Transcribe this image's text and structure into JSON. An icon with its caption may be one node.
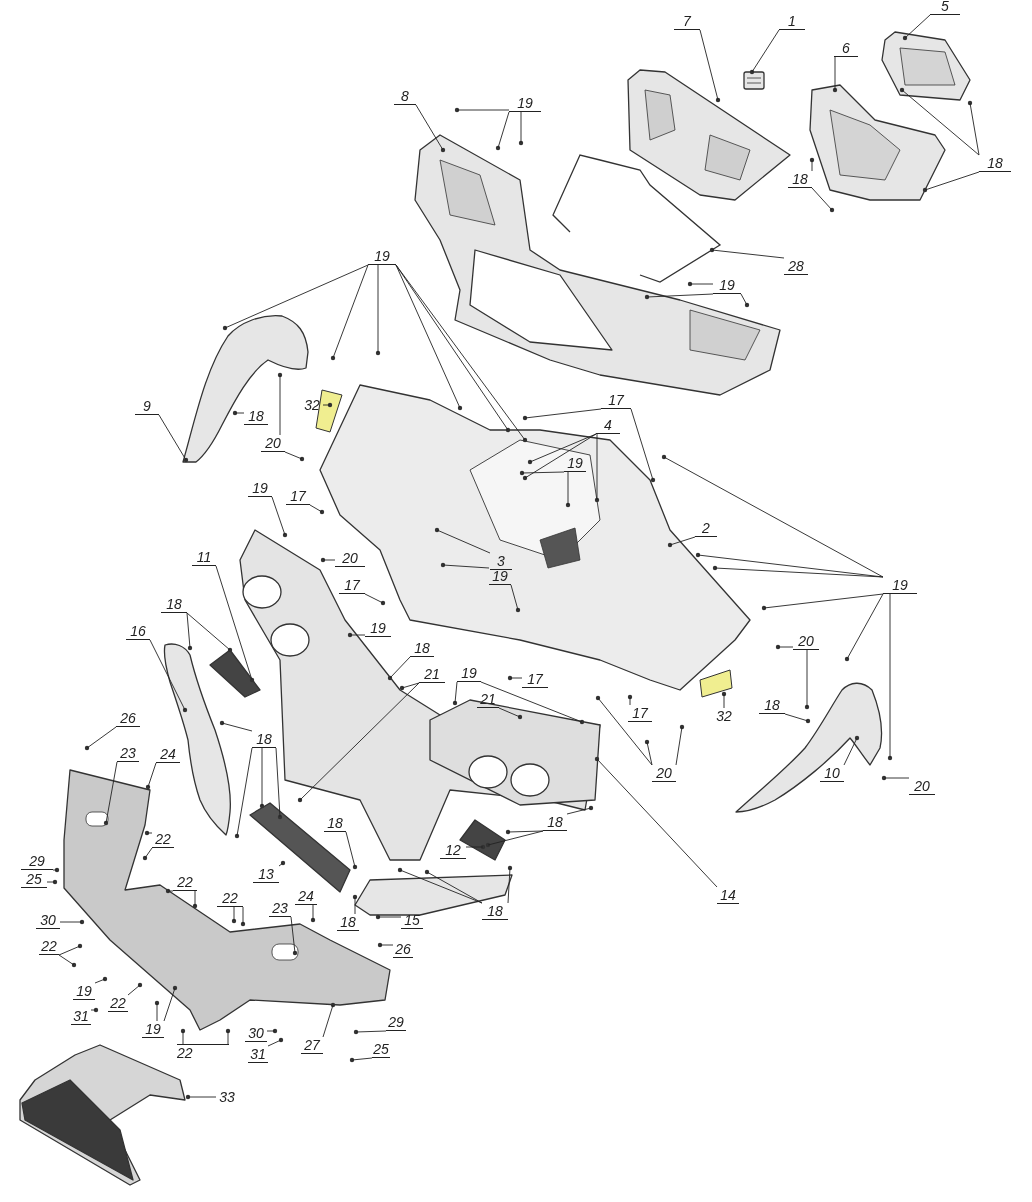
{
  "diagram": {
    "nodes": [
      {
        "text": [
          "5"
        ]
      },
      {
        "text": [
          "1"
        ]
      },
      {
        "text": [
          "7"
        ]
      },
      {
        "text": [
          "6"
        ]
      },
      {
        "text": [
          "8"
        ]
      },
      {
        "text": [
          "19"
        ]
      },
      {
        "text": [
          "18"
        ]
      },
      {
        "text": [
          "18"
        ]
      },
      {
        "text": [
          "28"
        ]
      },
      {
        "text": [
          "19"
        ]
      },
      {
        "text": [
          "19"
        ]
      },
      {
        "text": [
          "32"
        ]
      },
      {
        "text": [
          "9"
        ]
      },
      {
        "text": [
          "18"
        ]
      },
      {
        "text": [
          "17"
        ]
      },
      {
        "text": [
          "4"
        ]
      },
      {
        "text": [
          "20"
        ]
      },
      {
        "text": [
          "19"
        ]
      },
      {
        "text": [
          "2"
        ]
      },
      {
        "text": [
          "19"
        ]
      },
      {
        "text": [
          "17"
        ]
      },
      {
        "text": [
          "11"
        ]
      },
      {
        "text": [
          "20"
        ]
      },
      {
        "text": [
          "3"
        ]
      },
      {
        "text": [
          "19"
        ]
      },
      {
        "text": [
          "17"
        ]
      },
      {
        "text": [
          "19"
        ]
      },
      {
        "text": [
          "18"
        ]
      },
      {
        "text": [
          "16"
        ]
      },
      {
        "text": [
          "18"
        ]
      },
      {
        "text": [
          "21"
        ]
      },
      {
        "text": [
          "19"
        ]
      },
      {
        "text": [
          "17"
        ]
      },
      {
        "text": [
          "21"
        ]
      },
      {
        "text": [
          "18"
        ]
      },
      {
        "text": [
          "32"
        ]
      },
      {
        "text": [
          "20"
        ]
      },
      {
        "text": [
          "17"
        ]
      },
      {
        "text": [
          "19"
        ]
      },
      {
        "text": [
          "18"
        ]
      },
      {
        "text": [
          "20"
        ]
      },
      {
        "text": [
          "10"
        ]
      },
      {
        "text": [
          "20"
        ]
      },
      {
        "text": [
          "26"
        ]
      },
      {
        "text": [
          "23"
        ]
      },
      {
        "text": [
          "24"
        ]
      },
      {
        "text": [
          "14"
        ]
      },
      {
        "text": [
          "18"
        ]
      },
      {
        "text": [
          "12"
        ]
      },
      {
        "text": [
          "18"
        ]
      },
      {
        "text": [
          "13"
        ]
      },
      {
        "text": [
          "18"
        ]
      },
      {
        "text": [
          "15"
        ]
      },
      {
        "text": [
          "18"
        ]
      },
      {
        "text": [
          "24"
        ]
      },
      {
        "text": [
          "22"
        ]
      },
      {
        "text": [
          "22"
        ]
      },
      {
        "text": [
          "22"
        ]
      },
      {
        "text": [
          "29"
        ]
      },
      {
        "text": [
          "25"
        ]
      },
      {
        "text": [
          "30"
        ]
      },
      {
        "text": [
          "22"
        ]
      },
      {
        "text": [
          "19"
        ]
      },
      {
        "text": [
          "22"
        ]
      },
      {
        "text": [
          "31"
        ]
      },
      {
        "text": [
          "19"
        ]
      },
      {
        "text": [
          "22"
        ]
      },
      {
        "text": [
          "30"
        ]
      },
      {
        "text": [
          "31"
        ]
      },
      {
        "text": [
          "27"
        ]
      },
      {
        "text": [
          "26"
        ]
      },
      {
        "text": [
          "23"
        ]
      },
      {
        "text": [
          "29"
        ]
      },
      {
        "text": [
          "25"
        ]
      },
      {
        "text": [
          "33"
        ]
      }
    ],
    "edges": [
      {
        "from": 0,
        "to": null,
        "arrow": "none"
      },
      {
        "from": 1,
        "to": null,
        "arrow": "none"
      },
      {
        "from": 2,
        "to": null,
        "arrow": "none"
      },
      {
        "from": 3,
        "to": null,
        "arrow": "none"
      },
      {
        "from": 4,
        "to": null,
        "arrow": "none"
      },
      {
        "from": 5,
        "to": null,
        "arrow": "none"
      },
      {
        "from": 5,
        "to": null,
        "arrow": "none"
      },
      {
        "from": 5,
        "to": null,
        "arrow": "none"
      },
      {
        "from": 6,
        "to": null,
        "arrow": "none"
      },
      {
        "from": 6,
        "to": null,
        "arrow": "none"
      },
      {
        "from": 6,
        "to": null,
        "arrow": "none"
      },
      {
        "from": 7,
        "to": null,
        "arrow": "none"
      },
      {
        "from": 7,
        "to": null,
        "arrow": "none"
      },
      {
        "from": 8,
        "to": null,
        "arrow": "none"
      },
      {
        "from": 9,
        "to": null,
        "arrow": "none"
      },
      {
        "from": 9,
        "to": null,
        "arrow": "none"
      },
      {
        "from": 9,
        "to": null,
        "arrow": "none"
      },
      {
        "from": 10,
        "to": null,
        "arrow": "none"
      },
      {
        "from": 10,
        "to": null,
        "arrow": "none"
      },
      {
        "from": 10,
        "to": null,
        "arrow": "none"
      },
      {
        "from": 10,
        "to": null,
        "arrow": "none"
      },
      {
        "from": 10,
        "to": null,
        "arrow": "none"
      },
      {
        "from": 10,
        "to": null,
        "arrow": "none"
      },
      {
        "from": 11,
        "to": null,
        "arrow": "none"
      },
      {
        "from": 12,
        "to": null,
        "arrow": "none"
      },
      {
        "from": 13,
        "to": null,
        "arrow": "none"
      },
      {
        "from": 14,
        "to": null,
        "arrow": "none"
      },
      {
        "from": 14,
        "to": null,
        "arrow": "none"
      },
      {
        "from": 15,
        "to": null,
        "arrow": "none"
      },
      {
        "from": 15,
        "to": null,
        "arrow": "none"
      },
      {
        "from": 15,
        "to": null,
        "arrow": "none"
      },
      {
        "from": 16,
        "to": null,
        "arrow": "none"
      },
      {
        "from": 16,
        "to": null,
        "arrow": "none"
      },
      {
        "from": 17,
        "to": null,
        "arrow": "none"
      },
      {
        "from": 17,
        "to": null,
        "arrow": "none"
      },
      {
        "from": 18,
        "to": null,
        "arrow": "none"
      },
      {
        "from": 19,
        "to": null,
        "arrow": "none"
      },
      {
        "from": 20,
        "to": null,
        "arrow": "none"
      },
      {
        "from": 21,
        "to": null,
        "arrow": "none"
      },
      {
        "from": 22,
        "to": null,
        "arrow": "none"
      },
      {
        "from": 23,
        "to": null,
        "arrow": "none"
      },
      {
        "from": 24,
        "to": null,
        "arrow": "none"
      },
      {
        "from": 24,
        "to": null,
        "arrow": "none"
      },
      {
        "from": 25,
        "to": null,
        "arrow": "none"
      },
      {
        "from": 26,
        "to": null,
        "arrow": "none"
      },
      {
        "from": 27,
        "to": null,
        "arrow": "none"
      },
      {
        "from": 27,
        "to": null,
        "arrow": "none"
      },
      {
        "from": 28,
        "to": null,
        "arrow": "none"
      },
      {
        "from": 29,
        "to": null,
        "arrow": "none"
      },
      {
        "from": 30,
        "to": null,
        "arrow": "none"
      },
      {
        "from": 30,
        "to": null,
        "arrow": "none"
      },
      {
        "from": 31,
        "to": null,
        "arrow": "none"
      },
      {
        "from": 31,
        "to": null,
        "arrow": "none"
      },
      {
        "from": 32,
        "to": null,
        "arrow": "none"
      },
      {
        "from": 33,
        "to": null,
        "arrow": "none"
      },
      {
        "from": 34,
        "to": null,
        "arrow": "none"
      },
      {
        "from": 34,
        "to": null,
        "arrow": "none"
      },
      {
        "from": 34,
        "to": null,
        "arrow": "none"
      },
      {
        "from": 34,
        "to": null,
        "arrow": "none"
      },
      {
        "from": 35,
        "to": null,
        "arrow": "none"
      },
      {
        "from": 36,
        "to": null,
        "arrow": "none"
      },
      {
        "from": 36,
        "to": null,
        "arrow": "none"
      },
      {
        "from": 37,
        "to": null,
        "arrow": "none"
      },
      {
        "from": 38,
        "to": null,
        "arrow": "none"
      },
      {
        "from": 38,
        "to": null,
        "arrow": "none"
      },
      {
        "from": 38,
        "to": null,
        "arrow": "none"
      },
      {
        "from": 38,
        "to": null,
        "arrow": "none"
      },
      {
        "from": 38,
        "to": null,
        "arrow": "none"
      },
      {
        "from": 38,
        "to": null,
        "arrow": "none"
      },
      {
        "from": 39,
        "to": null,
        "arrow": "none"
      },
      {
        "from": 40,
        "to": null,
        "arrow": "none"
      },
      {
        "from": 40,
        "to": null,
        "arrow": "none"
      },
      {
        "from": 40,
        "to": null,
        "arrow": "none"
      },
      {
        "from": 41,
        "to": null,
        "arrow": "none"
      },
      {
        "from": 42,
        "to": null,
        "arrow": "none"
      },
      {
        "from": 43,
        "to": null,
        "arrow": "none"
      },
      {
        "from": 44,
        "to": null,
        "arrow": "none"
      },
      {
        "from": 45,
        "to": null,
        "arrow": "none"
      },
      {
        "from": 46,
        "to": null,
        "arrow": "none"
      },
      {
        "from": 47,
        "to": null,
        "arrow": "none"
      },
      {
        "from": 48,
        "to": null,
        "arrow": "none"
      },
      {
        "from": 49,
        "to": null,
        "arrow": "none"
      },
      {
        "from": 49,
        "to": null,
        "arrow": "none"
      },
      {
        "from": 49,
        "to": null,
        "arrow": "none"
      },
      {
        "from": 50,
        "to": null,
        "arrow": "none"
      },
      {
        "from": 51,
        "to": null,
        "arrow": "none"
      },
      {
        "from": 52,
        "to": null,
        "arrow": "none"
      },
      {
        "from": 53,
        "to": null,
        "arrow": "none"
      },
      {
        "from": 53,
        "to": null,
        "arrow": "none"
      },
      {
        "from": 53,
        "to": null,
        "arrow": "none"
      },
      {
        "from": 54,
        "to": null,
        "arrow": "none"
      },
      {
        "from": 55,
        "to": null,
        "arrow": "none"
      },
      {
        "from": 55,
        "to": null,
        "arrow": "none"
      },
      {
        "from": 56,
        "to": null,
        "arrow": "none"
      },
      {
        "from": 56,
        "to": null,
        "arrow": "none"
      },
      {
        "from": 57,
        "to": null,
        "arrow": "none"
      },
      {
        "from": 57,
        "to": null,
        "arrow": "none"
      },
      {
        "from": 58,
        "to": null,
        "arrow": "none"
      },
      {
        "from": 59,
        "to": null,
        "arrow": "none"
      },
      {
        "from": 60,
        "to": null,
        "arrow": "none"
      },
      {
        "from": 61,
        "to": null,
        "arrow": "none"
      },
      {
        "from": 61,
        "to": null,
        "arrow": "none"
      },
      {
        "from": 62,
        "to": null,
        "arrow": "none"
      },
      {
        "from": 63,
        "to": null,
        "arrow": "none"
      },
      {
        "from": 64,
        "to": null,
        "arrow": "none"
      },
      {
        "from": 65,
        "to": null,
        "arrow": "none"
      },
      {
        "from": 65,
        "to": null,
        "arrow": "none"
      },
      {
        "from": 66,
        "to": null,
        "arrow": "none"
      },
      {
        "from": 66,
        "to": null,
        "arrow": "none"
      },
      {
        "from": 67,
        "to": null,
        "arrow": "none"
      },
      {
        "from": 68,
        "to": null,
        "arrow": "none"
      },
      {
        "from": 69,
        "to": null,
        "arrow": "none"
      },
      {
        "from": 70,
        "to": null,
        "arrow": "none"
      },
      {
        "from": 71,
        "to": null,
        "arrow": "none"
      },
      {
        "from": 72,
        "to": null,
        "arrow": "none"
      },
      {
        "from": 73,
        "to": null,
        "arrow": "none"
      },
      {
        "from": 74,
        "to": null,
        "arrow": "none"
      }
    ]
  }
}
